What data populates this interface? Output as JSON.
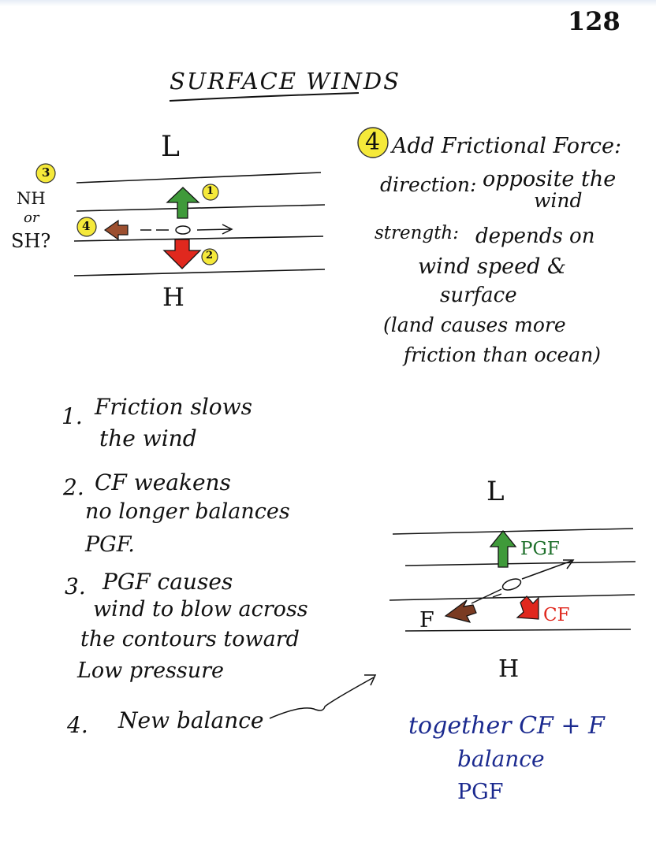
{
  "page_number": "128",
  "title": "SURFACE WINDS",
  "left_diagram": {
    "low_label": "L",
    "high_label": "H",
    "hemisphere_question": [
      "NH",
      "or",
      "SH?"
    ],
    "badges": [
      "3",
      "4",
      "1",
      "2"
    ]
  },
  "step4": {
    "badge": "4",
    "line1": "Add Frictional Force:",
    "direction_label": "direction:",
    "direction_text": "opposite the",
    "direction_text2": "wind",
    "strength_label": "strength:",
    "strength_text": [
      "depends on",
      "wind speed &",
      "surface"
    ],
    "note": [
      "(land causes more",
      "friction than ocean)"
    ]
  },
  "list": [
    [
      "1.",
      "Friction slows",
      "the wind"
    ],
    [
      "2.",
      "CF weakens",
      "no longer balances",
      "PGF."
    ],
    [
      "3.",
      "PGF causes",
      "wind to blow across",
      "the contours toward",
      "Low pressure"
    ],
    [
      "4.",
      "New balance"
    ]
  ],
  "right_diagram": {
    "low_label": "L",
    "high_label": "H",
    "pgf_label": "PGF",
    "cf_label": "CF",
    "f_label": "F"
  },
  "conclusion": [
    "together CF + F",
    "balance",
    "PGF"
  ],
  "colors": {
    "ink": "#111111",
    "green": "#3f9a3a",
    "red": "#e0281e",
    "brown": "#7a3b22",
    "yellow": "#f5e93a",
    "blue": "#1b2a8f"
  }
}
